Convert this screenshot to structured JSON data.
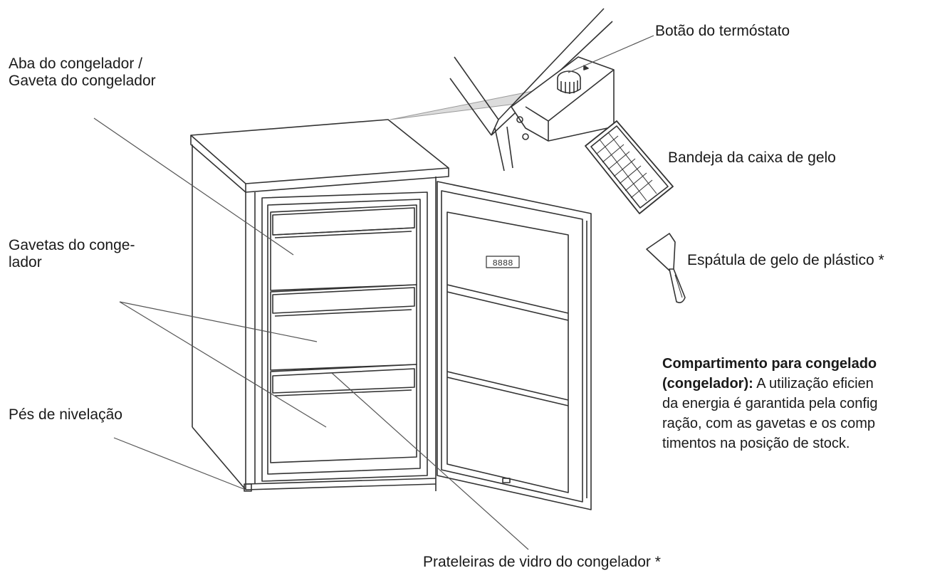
{
  "labels": {
    "aba_line1": "Aba do congelador /",
    "aba_line2": "Gaveta do congelador",
    "gavetas_line1": "Gavetas do conge-",
    "gavetas_line2": "lador",
    "pes": "Pés de nivelação",
    "botao": "Botão do termóstato",
    "bandeja": "Bandeja da caixa de gelo",
    "espatula": "Espátula de gelo de plástico *",
    "prateleiras": "Prateleiras de vidro do congelador *"
  },
  "display_readout": "8888",
  "note": {
    "line1": "Compartimento para congelado",
    "line2_bold": "(congelador):",
    "line2_rest": " A utilização eficien",
    "line3": "da energia é garantida pela config",
    "line4": "ração, com as gavetas e os comp",
    "line5": "timentos na posição de stock."
  }
}
